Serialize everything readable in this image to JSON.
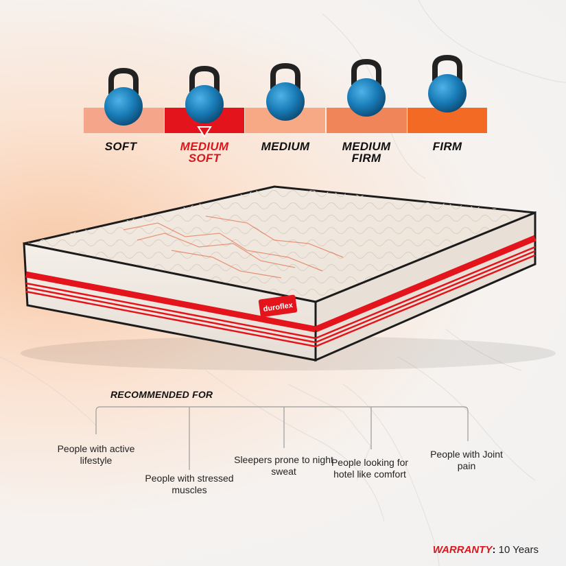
{
  "firmness_scale": {
    "levels": [
      {
        "line1": "SOFT",
        "line2": "",
        "color": "#f4a58a"
      },
      {
        "line1": "MEDIUM",
        "line2": "SOFT",
        "color": "#e3141b"
      },
      {
        "line1": "MEDIUM",
        "line2": "",
        "color": "#f7a884"
      },
      {
        "line1": "MEDIUM",
        "line2": "FIRM",
        "color": "#ef8558"
      },
      {
        "line1": "FIRM",
        "line2": "",
        "color": "#f26a24"
      }
    ],
    "selected_level": "MEDIUM SOFT",
    "kettlebell_color": "#1a7db8"
  },
  "brand_logo": "duroflex",
  "recommended": {
    "title": "RECOMMENDED FOR",
    "items": [
      "People with active lifestyle",
      "People with stressed muscles",
      "Sleepers prone to night sweat",
      "People looking for hotel like comfort",
      "People with Joint pain"
    ]
  },
  "warranty": {
    "label": "WARRANTY",
    "separator": ":",
    "value": "10 Years"
  }
}
